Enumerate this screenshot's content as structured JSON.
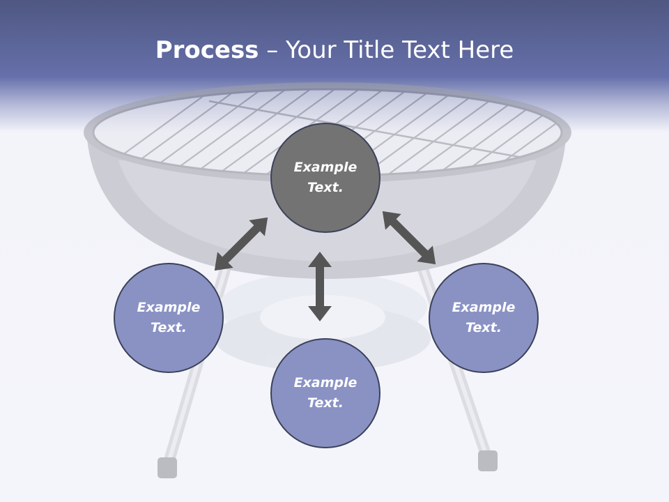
{
  "title": {
    "bold": "Process",
    "rest": " – Your Title Text Here"
  },
  "nodes": {
    "top": "Example Text.",
    "left": "Example Text.",
    "right": "Example Text.",
    "bottom": "Example Text."
  },
  "colors": {
    "header": "#6670aa",
    "blue_circle": "#8a92c4",
    "gray_circle": "#737373",
    "arrow": "#555555",
    "border": "#3b4159"
  }
}
